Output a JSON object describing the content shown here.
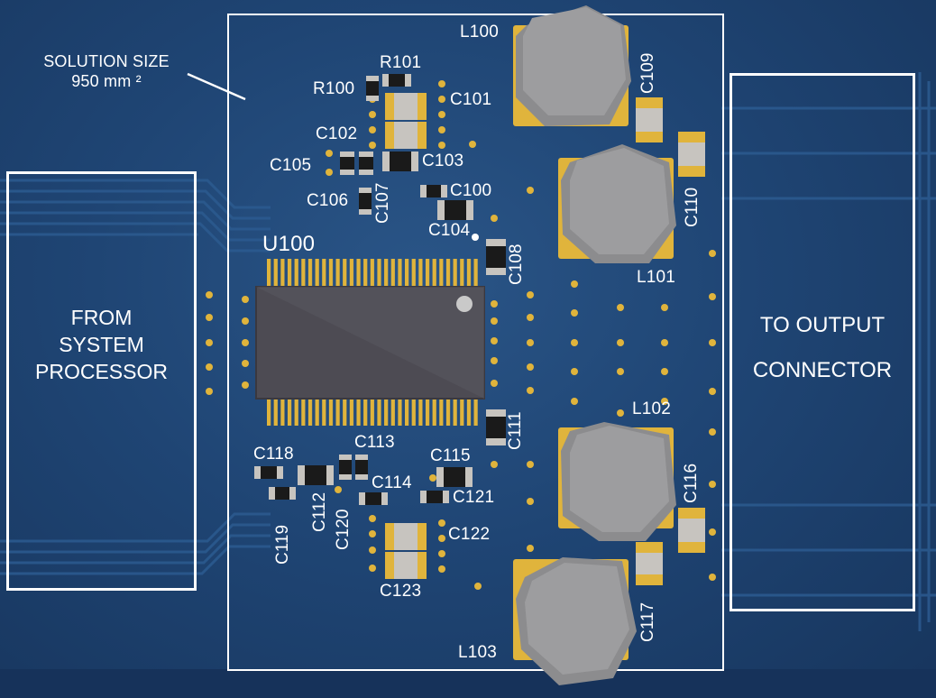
{
  "solution": {
    "line1": "SOLUTION SIZE",
    "line2": "950 mm ²"
  },
  "blocks": {
    "left": [
      "FROM",
      "SYSTEM",
      "PROCESSOR"
    ],
    "right": [
      "TO OUTPUT",
      "CONNECTOR"
    ]
  },
  "ic": {
    "label": "U100"
  },
  "inductors": {
    "l100": "L100",
    "l101": "L101",
    "l102": "L102",
    "l103": "L103"
  },
  "resistors": {
    "r100": "R100",
    "r101": "R101"
  },
  "capacitors": {
    "c100": "C100",
    "c101": "C101",
    "c102": "C102",
    "c103": "C103",
    "c104": "C104",
    "c105": "C105",
    "c106": "C106",
    "c107": "C107",
    "c108": "C108",
    "c109": "C109",
    "c110": "C110",
    "c111": "C111",
    "c112": "C112",
    "c113": "C113",
    "c114": "C114",
    "c115": "C115",
    "c116": "C116",
    "c117": "C117",
    "c118": "C118",
    "c119": "C119",
    "c120": "C120",
    "c121": "C121",
    "c122": "C122",
    "c123": "C123"
  },
  "colors": {
    "board": "#1f4574",
    "pad_gold": "#e0b43c",
    "ic_body": "#4d4b53",
    "inductor": "#8a8a8c",
    "silk": "#ffffff"
  }
}
